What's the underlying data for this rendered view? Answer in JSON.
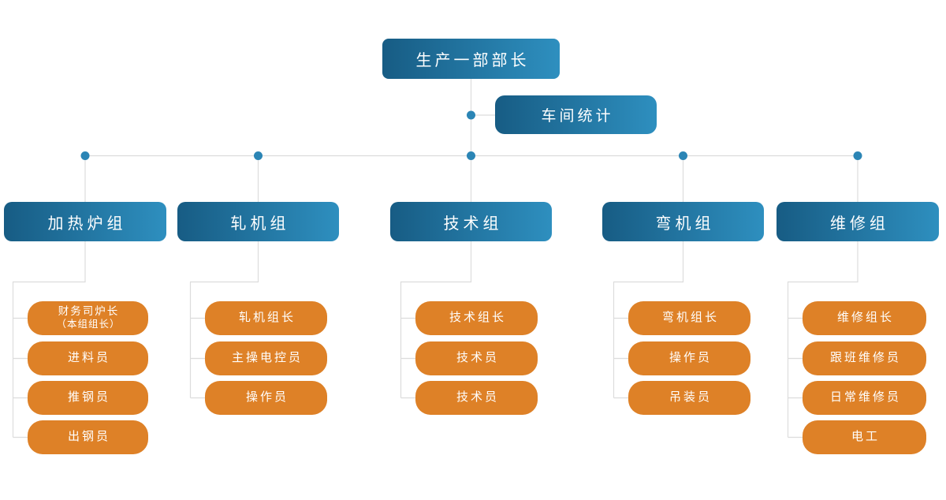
{
  "palette": {
    "blue_dark": "#175C84",
    "blue_light": "#2E8FBF",
    "orange": "#DE8127",
    "line_color": "#DCDCDC",
    "dot_color": "#2B85B5",
    "text_color": "#FFFFFF"
  },
  "root": {
    "label": "生产一部部长"
  },
  "staff_node": {
    "label": "车间统计"
  },
  "groups": [
    {
      "label": "加热炉组",
      "members": [
        {
          "line1": "财务司炉长",
          "line2": "（本组组长）"
        },
        {
          "line1": "进料员"
        },
        {
          "line1": "推钢员"
        },
        {
          "line1": "出钢员"
        }
      ]
    },
    {
      "label": "轧机组",
      "members": [
        {
          "line1": "轧机组长"
        },
        {
          "line1": "主操电控员"
        },
        {
          "line1": "操作员"
        }
      ]
    },
    {
      "label": "技术组",
      "members": [
        {
          "line1": "技术组长"
        },
        {
          "line1": "技术员"
        },
        {
          "line1": "技术员"
        }
      ]
    },
    {
      "label": "弯机组",
      "members": [
        {
          "line1": "弯机组长"
        },
        {
          "line1": "操作员"
        },
        {
          "line1": "吊装员"
        }
      ]
    },
    {
      "label": "维修组",
      "members": [
        {
          "line1": "维修组长"
        },
        {
          "line1": "跟班维修员"
        },
        {
          "line1": "日常维修员"
        },
        {
          "line1": "电工"
        }
      ]
    }
  ]
}
